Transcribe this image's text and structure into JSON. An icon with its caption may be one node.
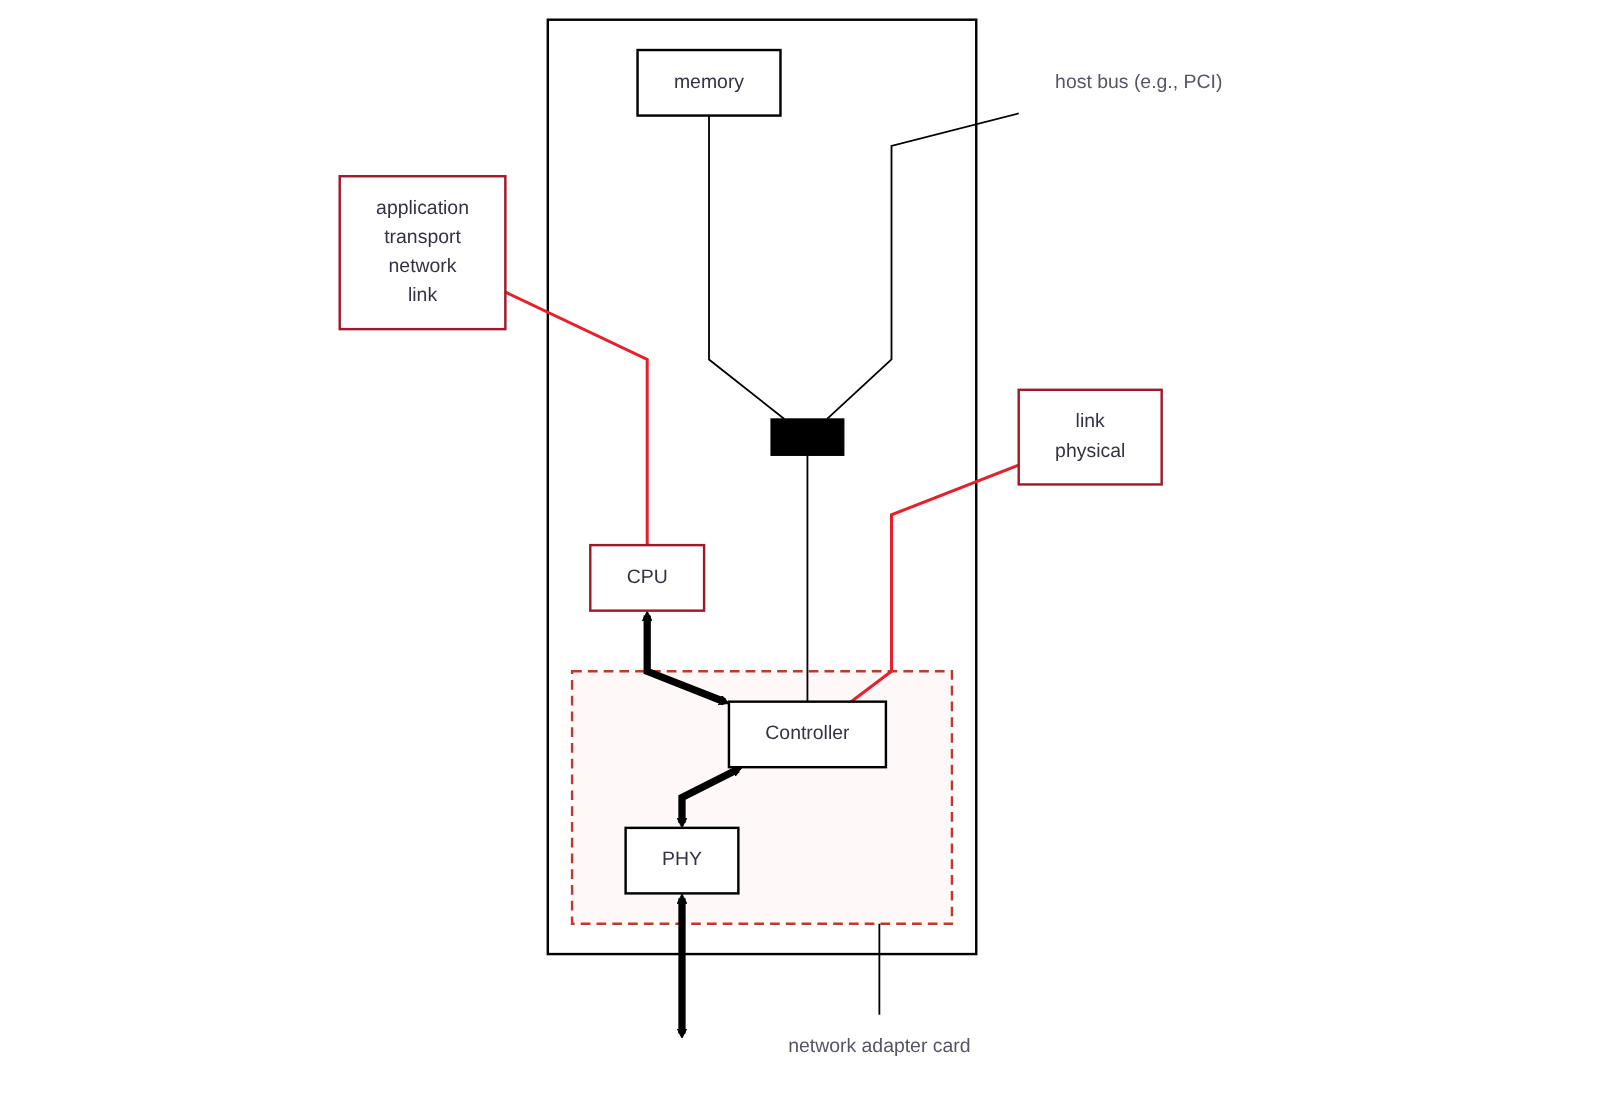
{
  "diagram": {
    "nodes": [
      {
        "text": [
          "application",
          "transport",
          "network",
          "link"
        ]
      },
      {
        "text": [],
        "shape": "box"
      },
      {
        "text": [
          "CPU"
        ],
        "in": 1
      },
      {
        "text": [
          "memory"
        ],
        "in": 1
      },
      {
        "text": [],
        "shape": "bar",
        "in": 1
      },
      {
        "text": [
          "host bus (e.g., PCI)"
        ]
      },
      {
        "text": [],
        "shape": "box",
        "in": 1
      },
      {
        "text": [
          "Controller"
        ],
        "in": 6
      },
      {
        "text": [
          "link",
          "physical"
        ]
      },
      {
        "text": [
          "PHY"
        ],
        "in": 6
      },
      {
        "text": [
          "network adapter card"
        ]
      }
    ],
    "edges": [
      {
        "from": 0,
        "to": 2,
        "arrow": "none",
        "color": "#e8202a"
      },
      {
        "from": 2,
        "to": 7,
        "arrow": "both",
        "style": "thick"
      },
      {
        "from": 3,
        "to": 4,
        "arrow": "none"
      },
      {
        "from": 4,
        "to": 7,
        "arrow": "none"
      },
      {
        "from": 5,
        "to": 4,
        "arrow": "none"
      },
      {
        "from": 8,
        "to": 7,
        "arrow": "none",
        "color": "#e8202a"
      },
      {
        "from": 7,
        "to": 9,
        "arrow": "both",
        "style": "thick"
      },
      {
        "from": 9,
        "to": null,
        "arrow": "both",
        "style": "thick"
      },
      {
        "from": 10,
        "to": 6,
        "arrow": "none"
      }
    ]
  }
}
